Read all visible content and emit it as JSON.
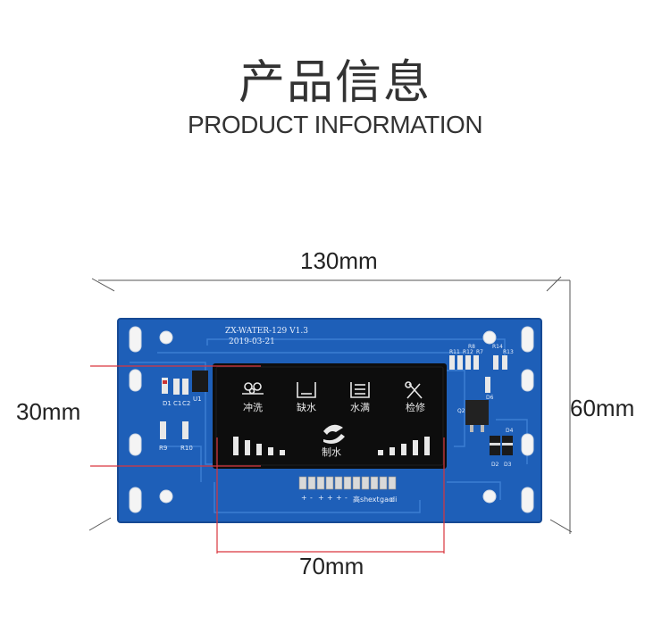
{
  "heading": {
    "cn": "产品信息",
    "en": "PRODUCT INFORMATION"
  },
  "dimensions": {
    "width": "130mm",
    "height": "60mm",
    "display_height": "30mm",
    "display_width": "70mm"
  },
  "pcb": {
    "model": "ZX-WATER-129 V1.3",
    "date": "2019-03-21",
    "display": {
      "icons": [
        {
          "label": "冲洗",
          "icon": "flush-icon"
        },
        {
          "label": "缺水",
          "icon": "water-shortage-icon"
        },
        {
          "label": "水满",
          "icon": "water-full-icon"
        },
        {
          "label": "检修",
          "icon": "maintenance-tools-icon"
        }
      ],
      "center_label": "制水",
      "center_icon": "water-production-logo-icon"
    },
    "connector_labels": [
      "+",
      "-",
      "+",
      "+",
      "+",
      "-",
      "高",
      "sh",
      "ext",
      "gao",
      "di"
    ],
    "silkscreen": [
      "R11",
      "R12",
      "R8",
      "R7",
      "R14",
      "R13",
      "D6",
      "Q2",
      "D4",
      "D2",
      "D3",
      "D1",
      "C1",
      "C2",
      "U1",
      "R9",
      "R10"
    ]
  }
}
